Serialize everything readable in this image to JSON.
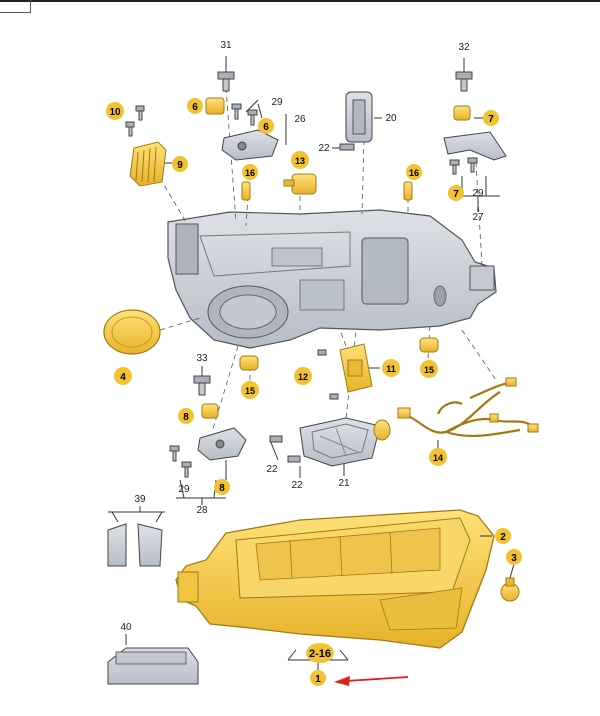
{
  "diagram": {
    "part_labels": {
      "p1": "1",
      "p2": "2",
      "p3": "3",
      "p4": "4",
      "p6a": "6",
      "p6b": "6",
      "p7a": "7",
      "p7b": "7",
      "p8a": "8",
      "p8b": "8",
      "p9": "9",
      "p10": "10",
      "p11": "11",
      "p12": "12",
      "p13": "13",
      "p14": "14",
      "p15a": "15",
      "p15b": "15",
      "p16a": "16",
      "p16b": "16",
      "p20": "20",
      "p21": "21",
      "p22a": "22",
      "p22b": "22",
      "p22c": "22",
      "p26": "26",
      "p27": "27",
      "p28": "28",
      "p29a": "29",
      "p29b": "29",
      "p29c": "29",
      "p31": "31",
      "p32": "32",
      "p33": "33",
      "p39": "39",
      "p40": "40",
      "range": "2-16"
    },
    "colors": {
      "highlight": "#f2c230",
      "highlight_edge": "#c79a12",
      "housing_gray": "#c9ced6",
      "housing_dark": "#8d94a0",
      "line": "#333333",
      "arrow": "#e0211b"
    },
    "icons": [
      "red-arrow-icon"
    ]
  }
}
